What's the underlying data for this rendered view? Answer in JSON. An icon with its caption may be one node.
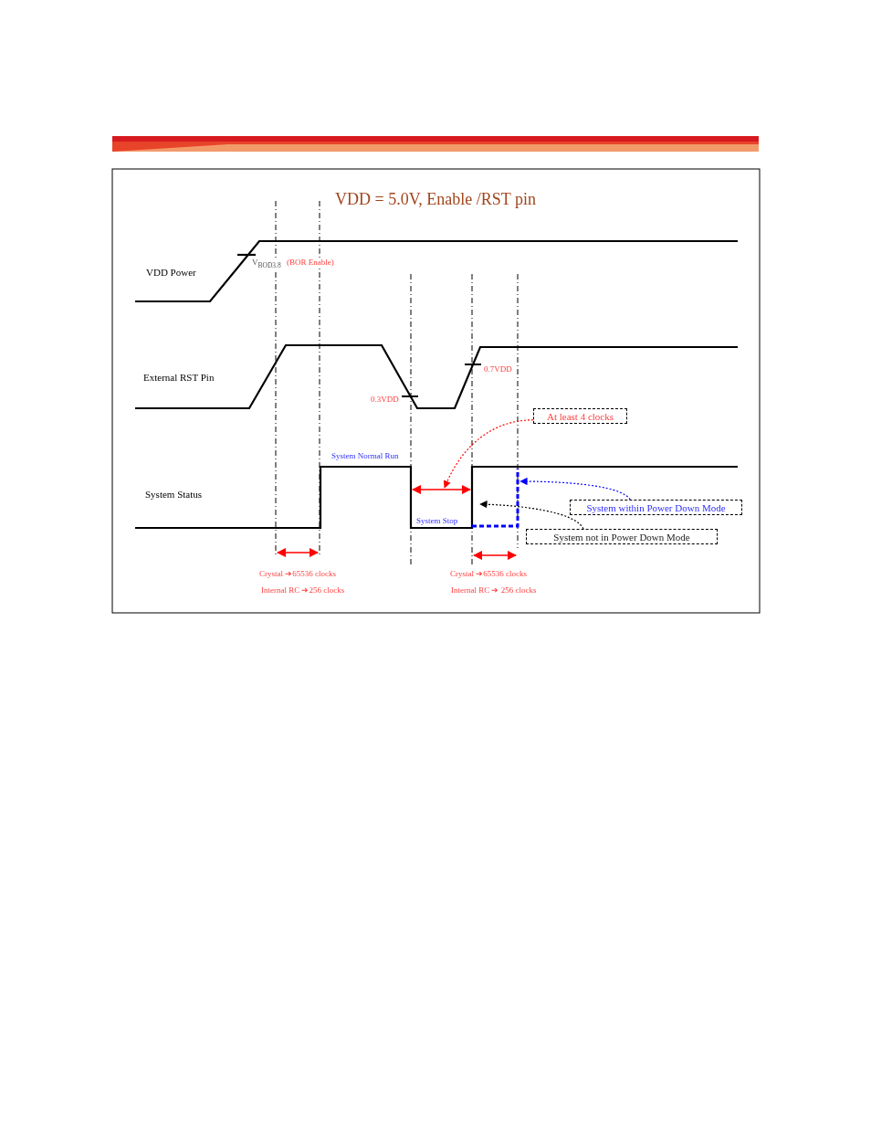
{
  "diagram": {
    "title": "VDD = 5.0V, Enable /RST pin",
    "nodes": [
      {
        "text": [
          "At least 4 clocks"
        ]
      },
      {
        "text": [
          "System within Power Down Mode"
        ]
      },
      {
        "text": [
          "System not in Power Down Mode"
        ]
      }
    ],
    "edges": [
      {
        "from": 0,
        "to": null,
        "arrow": "to",
        "style": "dashed",
        "color": "#ff0000"
      },
      {
        "from": 1,
        "to": null,
        "arrow": "to",
        "style": "dashed",
        "color": "#0000ff"
      },
      {
        "from": 2,
        "to": null,
        "arrow": "to",
        "style": "dashed",
        "color": "#000000"
      }
    ],
    "labels": [
      "VDD Power",
      "V$_{BOD3.8}$",
      "(BOR Enable)",
      "External RST Pin",
      "0.7VDD",
      "0.3VDD",
      "System Normal Run",
      "System Status",
      "System Stop",
      "Crystal ➔65536 clocks",
      "Internal RC ➔256 clocks",
      "Crystal ➔65536 clocks",
      "Internal RC ➔ 256 clocks"
    ]
  }
}
